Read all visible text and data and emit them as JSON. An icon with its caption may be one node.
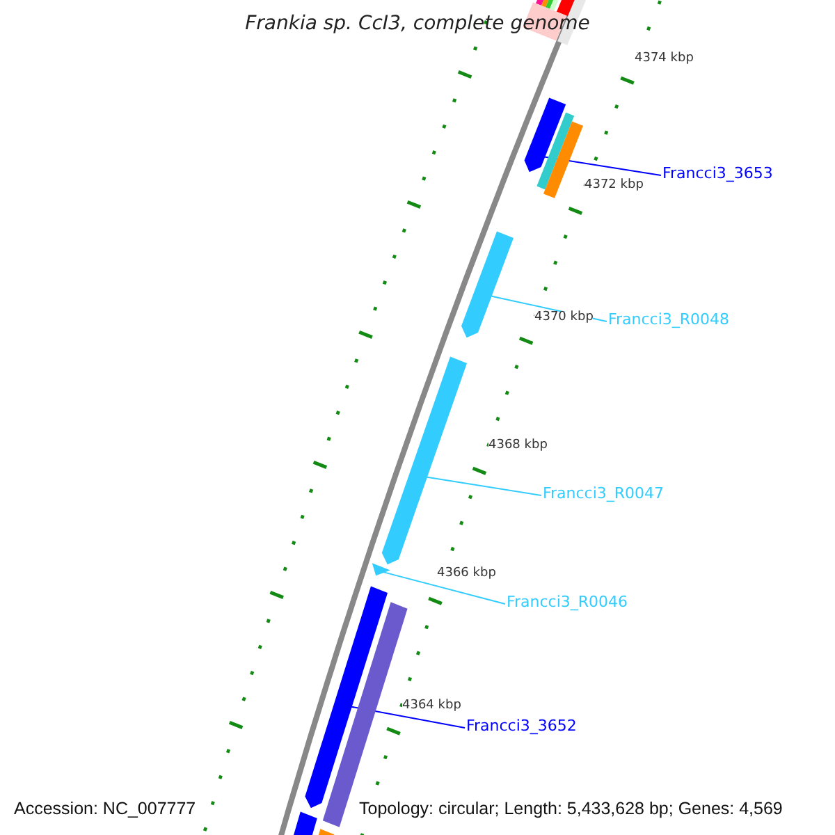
{
  "diagram": {
    "title": "Frankia sp. CcI3, complete genome",
    "nodes": [
      {
        "text": [
          "Francci3_3653"
        ]
      },
      {
        "text": [],
        "shape": "bar"
      },
      {
        "text": [
          "Francci3_R0048"
        ]
      },
      {
        "text": [],
        "shape": "bar"
      },
      {
        "text": [
          "Francci3_R0047"
        ]
      },
      {
        "text": [],
        "shape": "bar"
      },
      {
        "text": [
          "Francci3_R0046"
        ]
      },
      {
        "text": [],
        "shape": "bar"
      },
      {
        "text": [
          "Francci3_3652"
        ]
      },
      {
        "text": [],
        "shape": "bar"
      }
    ],
    "edges": [
      {
        "from": 0,
        "to": 1,
        "arrow": "none",
        "color": "#0000ff"
      },
      {
        "from": 2,
        "to": 3,
        "arrow": "none",
        "color": "#33ccff"
      },
      {
        "from": 4,
        "to": 5,
        "arrow": "none",
        "color": "#33ccff"
      },
      {
        "from": 6,
        "to": 7,
        "arrow": "none",
        "color": "#33ccff"
      },
      {
        "from": 8,
        "to": 9,
        "arrow": "none",
        "color": "#0000ff"
      }
    ],
    "labels": [
      "4374 kbp",
      "4372 kbp",
      "4370 kbp",
      "4368 kbp",
      "4366 kbp",
      "4364 kbp",
      "Accession: NC_007777",
      "Topology: circular; Length: 5,433,628 bp; Genes: 4,569"
    ]
  }
}
